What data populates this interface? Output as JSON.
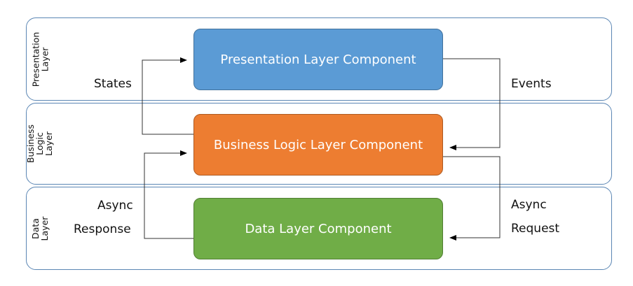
{
  "layers": {
    "presentation": "Presentation\nLayer",
    "business": "Business\nLogic Layer",
    "data": "Data Layer"
  },
  "components": {
    "presentation": "Presentation Layer Component",
    "business": "Business Logic Layer Component",
    "data": "Data Layer Component"
  },
  "flows": {
    "states": "States",
    "events": "Events",
    "async_response_line1": "Async",
    "async_response_line2": "Response",
    "async_request_line1": "Async",
    "async_request_line2": "Request"
  },
  "colors": {
    "presentation": "#5b9bd5",
    "business": "#ed7d31",
    "data": "#70ad47",
    "band_border": "#5b86b4"
  }
}
